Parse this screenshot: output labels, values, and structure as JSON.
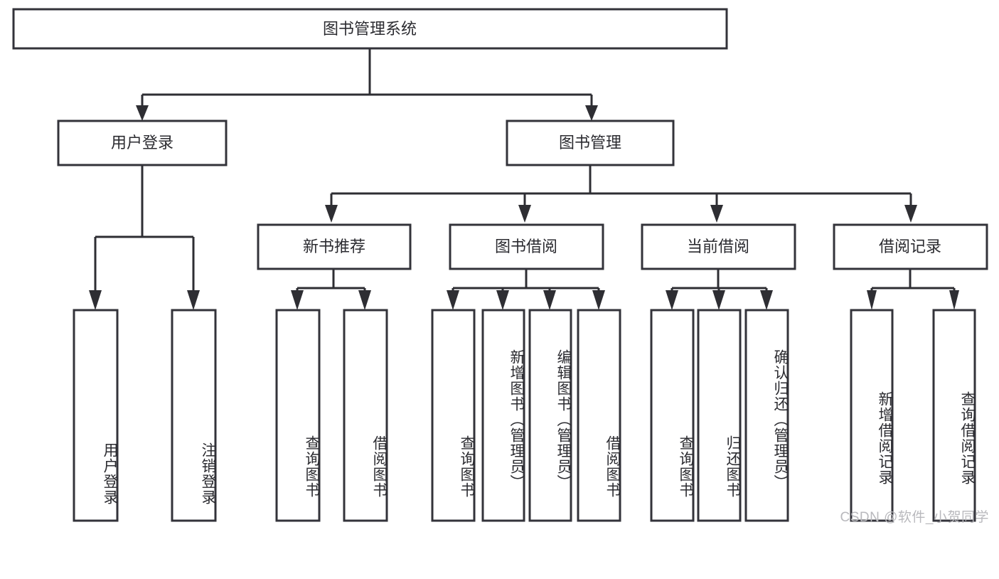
{
  "diagram": {
    "title": "图书管理系统",
    "type": "hierarchy-tree",
    "orientation": "top-down",
    "colors": {
      "box_stroke": "#33333a",
      "box_fill": "#ffffff",
      "connector": "#2e2e33",
      "text": "#2b2b30",
      "watermark": "#b9b9bd",
      "background": "#ffffff"
    },
    "levels": [
      {
        "level": 1,
        "nodes": [
          {
            "id": "root",
            "label": "图书管理系统",
            "orientation": "horizontal"
          }
        ]
      },
      {
        "level": 2,
        "nodes": [
          {
            "id": "user-login",
            "label": "用户登录",
            "orientation": "horizontal",
            "parent": "root"
          },
          {
            "id": "book-manage",
            "label": "图书管理",
            "orientation": "horizontal",
            "parent": "root"
          }
        ]
      },
      {
        "level": 3,
        "nodes": [
          {
            "id": "new-book-rec",
            "label": "新书推荐",
            "orientation": "horizontal",
            "parent": "book-manage"
          },
          {
            "id": "book-borrow",
            "label": "图书借阅",
            "orientation": "horizontal",
            "parent": "book-manage"
          },
          {
            "id": "current-borrow",
            "label": "当前借阅",
            "orientation": "horizontal",
            "parent": "book-manage"
          },
          {
            "id": "borrow-record",
            "label": "借阅记录",
            "orientation": "horizontal",
            "parent": "book-manage"
          }
        ]
      },
      {
        "level": 4,
        "nodes": [
          {
            "id": "leaf-user-login",
            "label": "用户登录",
            "orientation": "vertical",
            "parent": "user-login"
          },
          {
            "id": "leaf-logout",
            "label": "注销登录",
            "orientation": "vertical",
            "parent": "user-login"
          },
          {
            "id": "leaf-query-book-1",
            "label": "查询图书",
            "orientation": "vertical",
            "parent": "new-book-rec"
          },
          {
            "id": "leaf-borrow-book-1",
            "label": "借阅图书",
            "orientation": "vertical",
            "parent": "new-book-rec"
          },
          {
            "id": "leaf-query-book-2",
            "label": "查询图书",
            "orientation": "vertical",
            "parent": "book-borrow"
          },
          {
            "id": "leaf-add-book",
            "label": "新增图书（管理员）",
            "orientation": "vertical",
            "parent": "book-borrow"
          },
          {
            "id": "leaf-edit-book",
            "label": "编辑图书（管理员）",
            "orientation": "vertical",
            "parent": "book-borrow"
          },
          {
            "id": "leaf-borrow-book-2",
            "label": "借阅图书",
            "orientation": "vertical",
            "parent": "book-borrow"
          },
          {
            "id": "leaf-query-book-3",
            "label": "查询图书",
            "orientation": "vertical",
            "parent": "current-borrow"
          },
          {
            "id": "leaf-return-book",
            "label": "归还图书",
            "orientation": "vertical",
            "parent": "current-borrow"
          },
          {
            "id": "leaf-confirm-return",
            "label": "确认归还（管理员）",
            "orientation": "vertical",
            "parent": "current-borrow"
          },
          {
            "id": "leaf-add-record",
            "label": "新增借阅记录",
            "orientation": "vertical",
            "parent": "borrow-record"
          },
          {
            "id": "leaf-query-record",
            "label": "查询借阅记录",
            "orientation": "vertical",
            "parent": "borrow-record"
          }
        ]
      }
    ],
    "watermark": "CSDN @软件_小贺同学"
  }
}
